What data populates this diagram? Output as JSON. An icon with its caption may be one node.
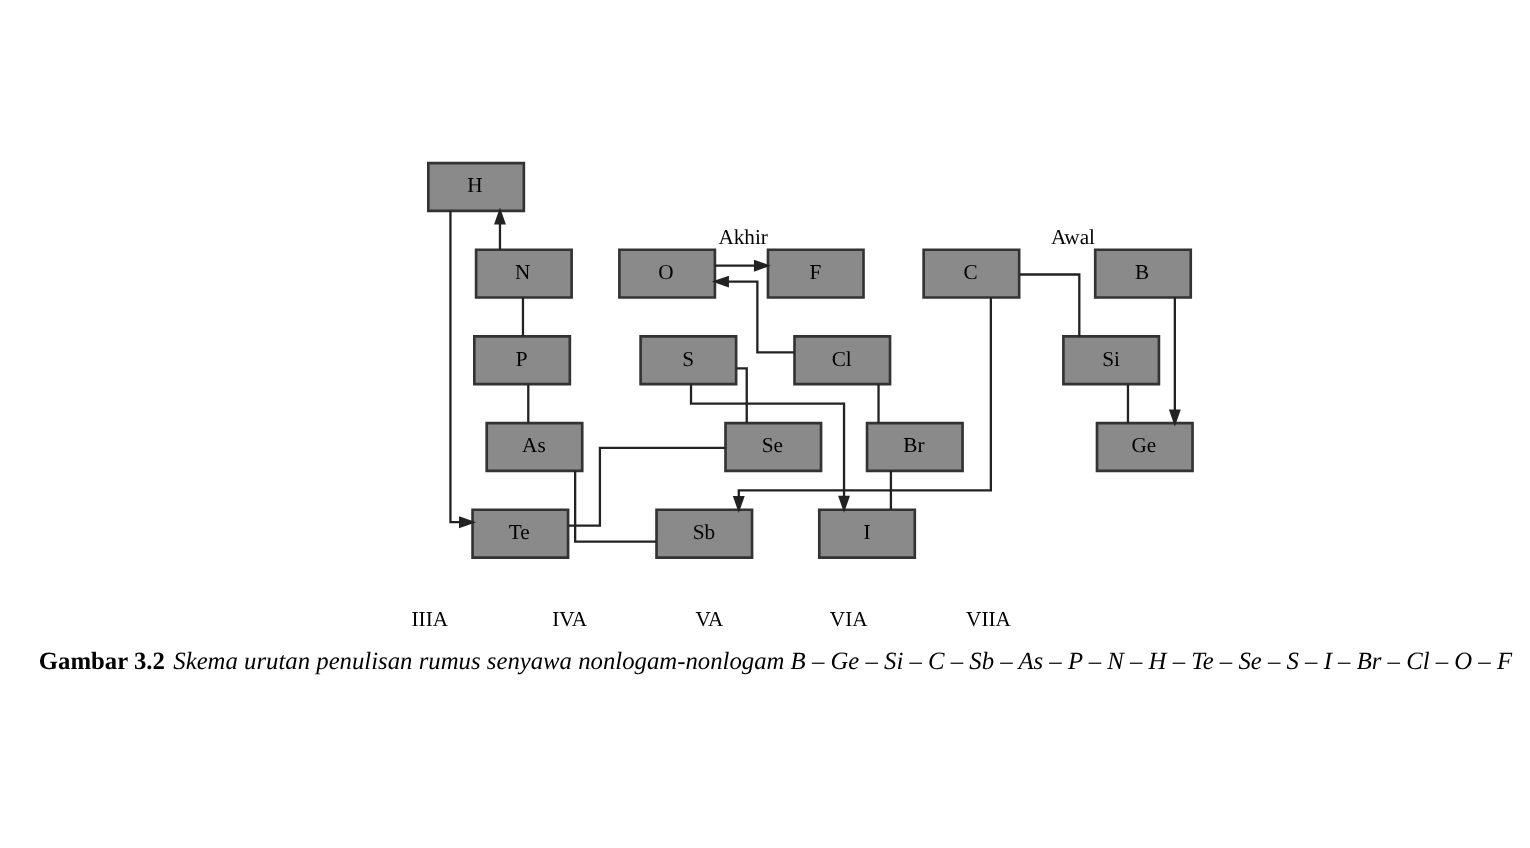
{
  "diagram": {
    "caption": "**Gambar 3.2** *Skema urutan penulisan rumus senyawa nonlogam-nonlogam B – Ge – Si – C – Sb – As – P – N – H – Te – Se – S – I – Br – Cl – O – F*",
    "nodes": [
      {
        "text": [
          "H"
        ]
      },
      {
        "text": [
          "B"
        ],
        "beside": [
          "Awal"
        ]
      },
      {
        "text": [
          "C"
        ]
      },
      {
        "text": [
          "Si"
        ]
      },
      {
        "text": [
          "Ge"
        ]
      },
      {
        "text": [
          "N"
        ]
      },
      {
        "text": [
          "P"
        ]
      },
      {
        "text": [
          "As"
        ]
      },
      {
        "text": [
          "Sb"
        ]
      },
      {
        "text": [
          "O"
        ]
      },
      {
        "text": [
          "F"
        ],
        "beside": [
          "Akhir"
        ]
      },
      {
        "text": [
          "S"
        ]
      },
      {
        "text": [
          "Se"
        ]
      },
      {
        "text": [
          "Te"
        ]
      },
      {
        "text": [
          "Cl"
        ]
      },
      {
        "text": [
          "Br"
        ]
      },
      {
        "text": [
          "I"
        ]
      }
    ],
    "edges": [
      {
        "from": 1,
        "to": 4,
        "arrow": "to"
      },
      {
        "from": 4,
        "to": 3,
        "arrow": "none"
      },
      {
        "from": 3,
        "to": 2,
        "arrow": "none"
      },
      {
        "from": 2,
        "to": 8,
        "arrow": "to"
      },
      {
        "from": 8,
        "to": 7,
        "arrow": "none"
      },
      {
        "from": 7,
        "to": 6,
        "arrow": "none"
      },
      {
        "from": 6,
        "to": 5,
        "arrow": "none"
      },
      {
        "from": 5,
        "to": 0,
        "arrow": "to"
      },
      {
        "from": 0,
        "to": 13,
        "arrow": "to"
      },
      {
        "from": 13,
        "to": 12,
        "arrow": "none"
      },
      {
        "from": 12,
        "to": 11,
        "arrow": "none"
      },
      {
        "from": 11,
        "to": 16,
        "arrow": "to"
      },
      {
        "from": 16,
        "to": 15,
        "arrow": "none"
      },
      {
        "from": 15,
        "to": 14,
        "arrow": "none"
      },
      {
        "from": 14,
        "to": 9,
        "arrow": "to"
      },
      {
        "from": 9,
        "to": 10,
        "arrow": "to"
      }
    ],
    "labels": [
      "IIIA",
      "IVA",
      "VA",
      "VIA",
      "VIIA"
    ]
  }
}
